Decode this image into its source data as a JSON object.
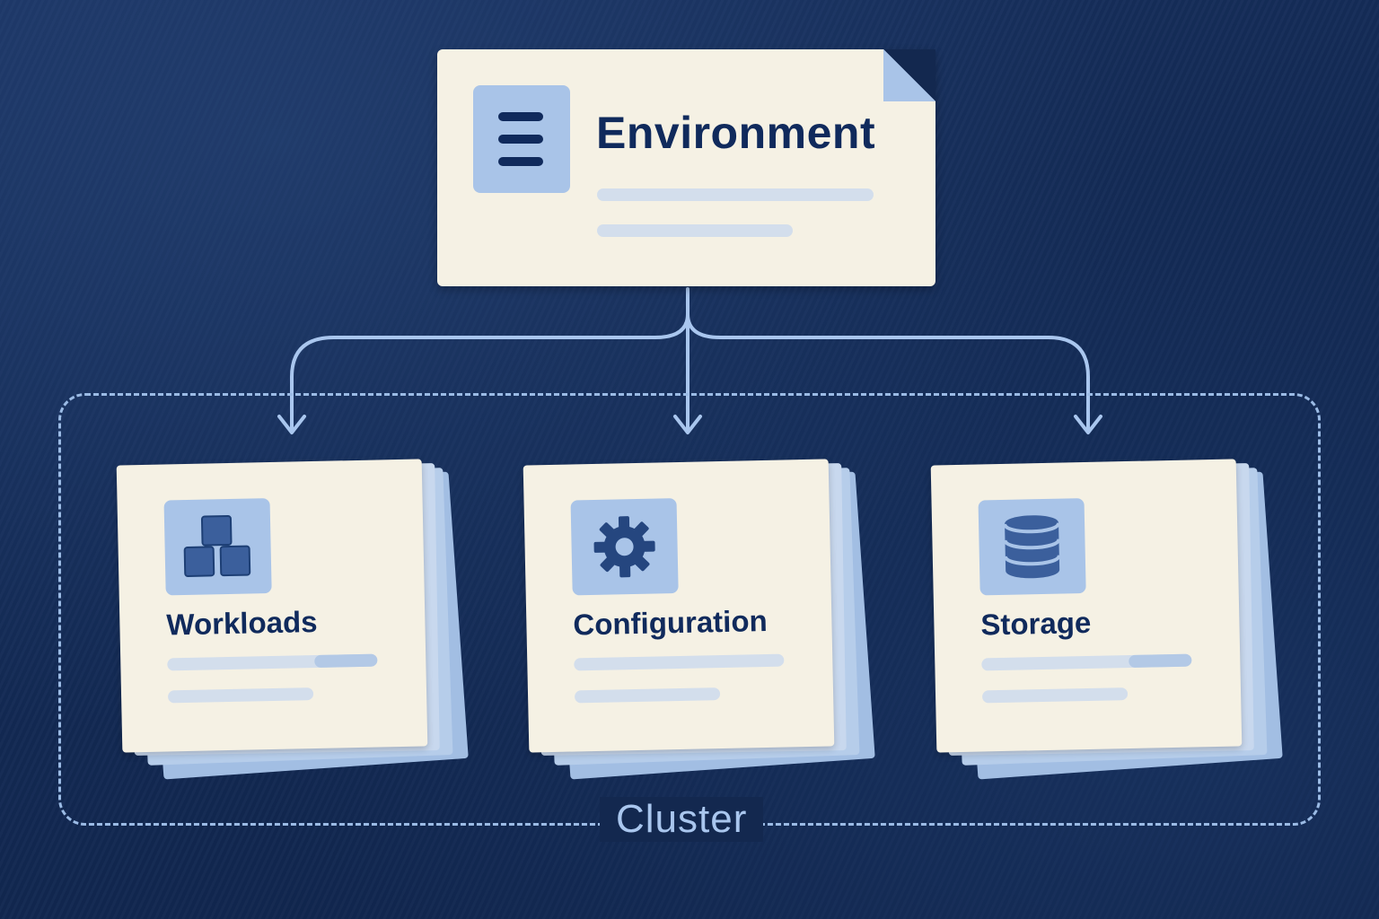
{
  "environment": {
    "title": "Environment",
    "icon": "document-lines-icon"
  },
  "cluster": {
    "label": "Cluster"
  },
  "resources": [
    {
      "label": "Workloads",
      "icon": "cubes-icon"
    },
    {
      "label": "Configuration",
      "icon": "gear-icon"
    },
    {
      "label": "Storage",
      "icon": "database-icon"
    }
  ],
  "colors": {
    "background": "#13284f",
    "card": "#f5f1e4",
    "accent": "#a9c4e8",
    "text": "#102a5c",
    "connector": "#a9c6ee"
  }
}
